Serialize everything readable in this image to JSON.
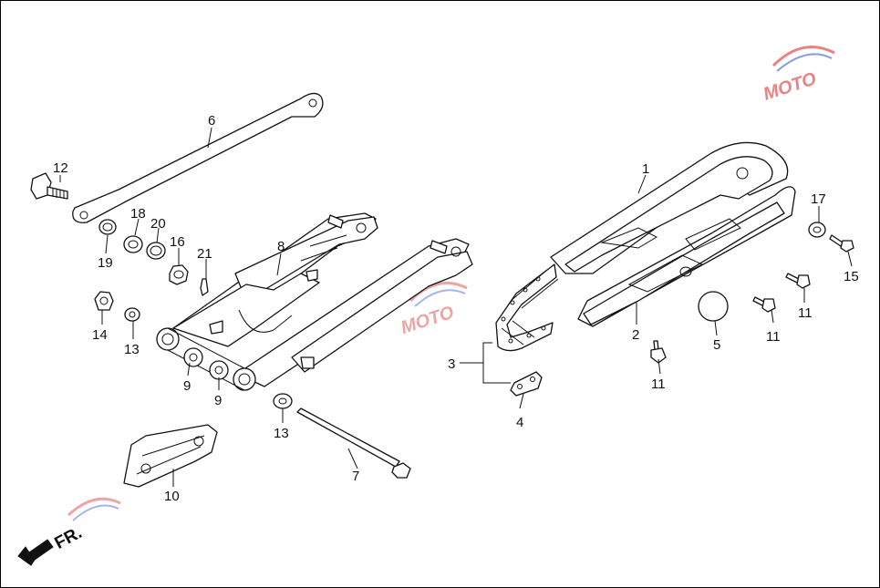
{
  "direction_label": "FR.",
  "watermark": {
    "brand": "MOTO",
    "colors": [
      "#e05a5a",
      "#5a7ae0",
      "#f0a030"
    ]
  },
  "callouts": [
    {
      "id": "1",
      "label": "1"
    },
    {
      "id": "2",
      "label": "2"
    },
    {
      "id": "3",
      "label": "3"
    },
    {
      "id": "4",
      "label": "4"
    },
    {
      "id": "5",
      "label": "5"
    },
    {
      "id": "6",
      "label": "6"
    },
    {
      "id": "7",
      "label": "7"
    },
    {
      "id": "8",
      "label": "8"
    },
    {
      "id": "9a",
      "label": "9"
    },
    {
      "id": "9b",
      "label": "9"
    },
    {
      "id": "10",
      "label": "10"
    },
    {
      "id": "11a",
      "label": "11"
    },
    {
      "id": "11b",
      "label": "11"
    },
    {
      "id": "11c",
      "label": "11"
    },
    {
      "id": "12",
      "label": "12"
    },
    {
      "id": "13a",
      "label": "13"
    },
    {
      "id": "13b",
      "label": "13"
    },
    {
      "id": "14",
      "label": "14"
    },
    {
      "id": "15",
      "label": "15"
    },
    {
      "id": "16",
      "label": "16"
    },
    {
      "id": "17",
      "label": "17"
    },
    {
      "id": "18",
      "label": "18"
    },
    {
      "id": "19",
      "label": "19"
    },
    {
      "id": "20",
      "label": "20"
    },
    {
      "id": "21",
      "label": "21"
    }
  ]
}
